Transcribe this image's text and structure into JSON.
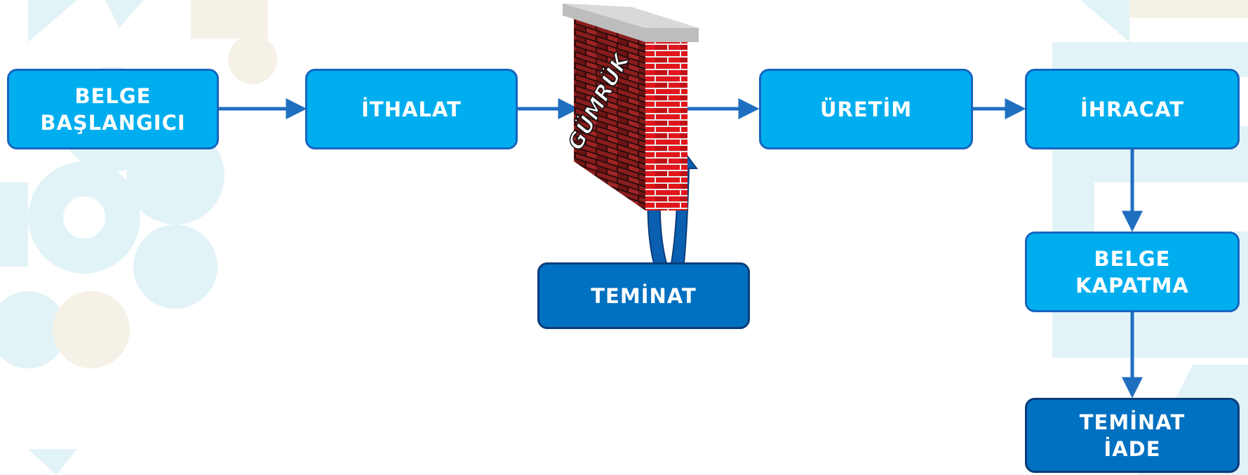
{
  "colors": {
    "light_box": "#00aeef",
    "dark_box": "#0070c0",
    "arrow": "#1f6fc0",
    "brick": "#c0181e"
  },
  "nodes": {
    "belge_baslangici": "BELGE\nBAŞLANGICI",
    "ithalat": "İTHALAT",
    "uretim": "ÜRETİM",
    "ihracat": "İHRACAT",
    "teminat": "TEMİNAT",
    "belge_kapatma": "BELGE\nKAPATMA",
    "teminat_iade": "TEMİNAT\nİADE"
  },
  "wall": {
    "label": "GÜMRÜK",
    "icon": "brick-wall-icon"
  }
}
